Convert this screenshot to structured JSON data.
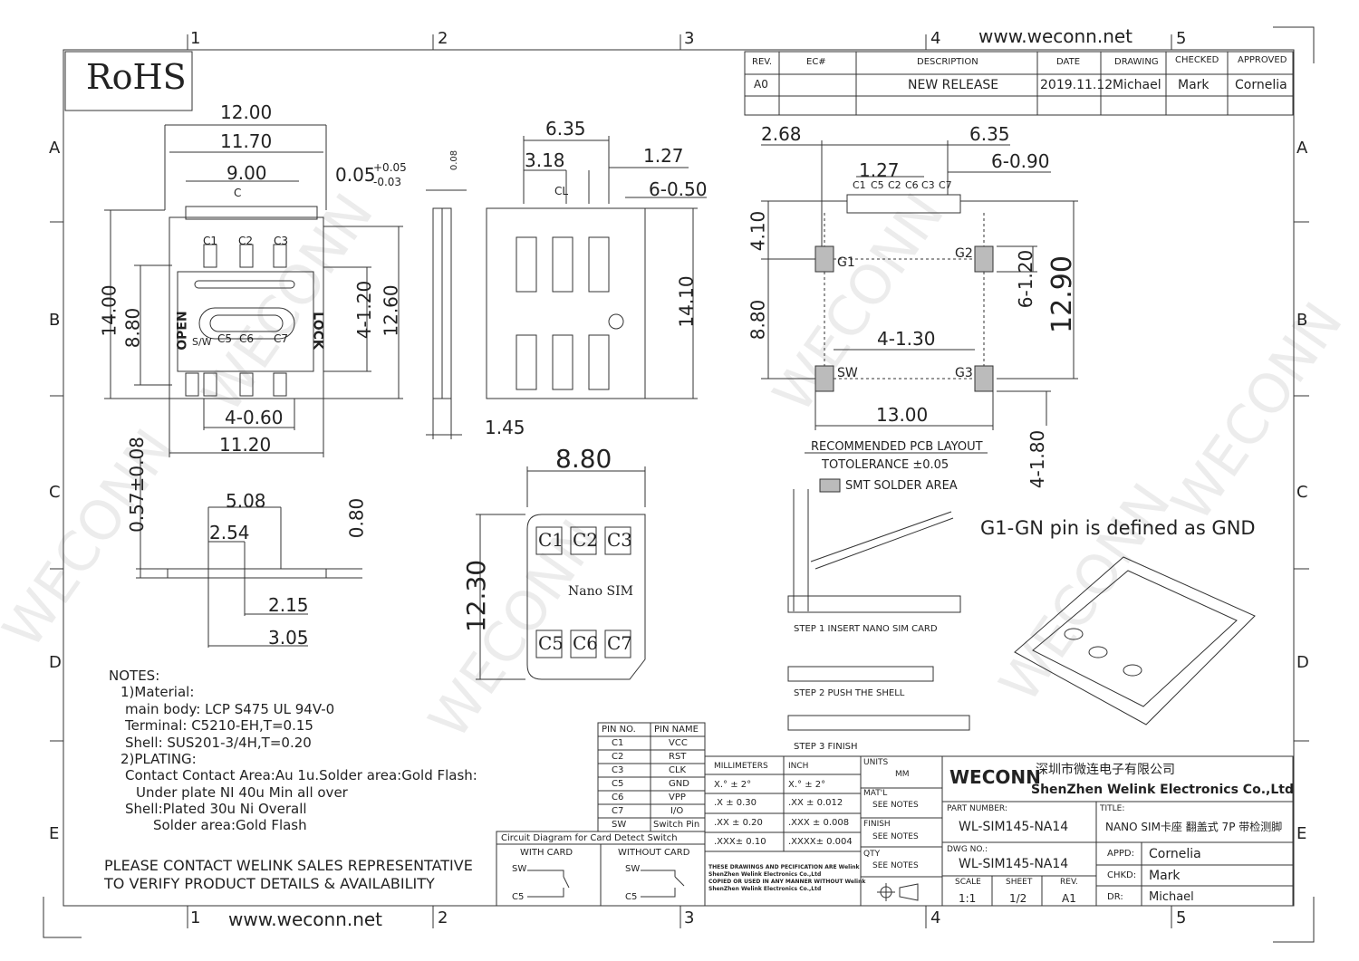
{
  "header_url": "www.weconn.net",
  "footer_url": "www.weconn.net",
  "rohs": "RoHS",
  "column_marks": [
    "1",
    "2",
    "3",
    "4",
    "5"
  ],
  "row_marks": [
    "A",
    "B",
    "C",
    "D",
    "E"
  ],
  "revision_table": {
    "headers": [
      "REV.",
      "EC#",
      "DESCRIPTION",
      "DATE",
      "DRAWING",
      "CHECKED",
      "APPROVED"
    ],
    "row": [
      "A0",
      "",
      "NEW RELEASE",
      "2019.11.12",
      "Michael",
      "Mark",
      "Cornelia"
    ]
  },
  "top_view": {
    "dims": [
      "12.00",
      "11.70",
      "9.00",
      "14.00",
      "8.80",
      "4-1.20",
      "12.60",
      "4-0.60",
      "11.20"
    ],
    "labels": [
      "C",
      "C1",
      "C2",
      "C3",
      "S/W",
      "C5",
      "C6",
      "C7",
      "OPEN",
      "LOCK"
    ]
  },
  "side_view": {
    "dims": [
      "0.05",
      "+0.05",
      "-0.03",
      "0.08",
      "1.45"
    ]
  },
  "bottom_view": {
    "dims": [
      "6.35",
      "3.18",
      "1.27",
      "6-0.50",
      "14.10"
    ],
    "labels": [
      "CL"
    ]
  },
  "pcb_layout": {
    "dims": [
      "2.68",
      "6.35",
      "1.27",
      "6-0.90",
      "4.10",
      "8.80",
      "6-1.20",
      "12.90",
      "4-1.30",
      "13.00",
      "4-1.80"
    ],
    "pins": [
      "C1",
      "C5",
      "C2",
      "C6",
      "C3",
      "C7"
    ],
    "pad_labels": [
      "G1",
      "G2",
      "SW",
      "G3"
    ],
    "title": "RECOMMENDED PCB LAYOUT",
    "tolerance": "TOTOLERANCE ±0.05",
    "legend": "SMT SOLDER AREA"
  },
  "front_view": {
    "dims": [
      "0.57±0.08",
      "5.08",
      "2.54",
      "0.80",
      "2.15",
      "3.05"
    ]
  },
  "sim_card": {
    "width": "8.80",
    "height": "12.30",
    "contacts": [
      "C1",
      "C2",
      "C3",
      "C5",
      "C6",
      "C7"
    ],
    "label": "Nano SIM"
  },
  "gnd_note": "G1-GN pin is defined as GND",
  "steps": [
    "STEP 1 INSERT NANO SIM CARD",
    "STEP 2 PUSH THE SHELL",
    "STEP 3 FINISH"
  ],
  "notes": {
    "title": "NOTES:",
    "lines": [
      "1)Material:",
      "main body: LCP S475 UL 94V-0",
      "Terminal: C5210-EH,T=0.15",
      "Shell: SUS201-3/4H,T=0.20",
      "2)PLATING:",
      "Contact Contact Area:Au 1u.Solder area:Gold Flash:",
      "Under plate NI 40u Min all over",
      "Shell:Plated 30u Ni Overall",
      "Solder area:Gold Flash"
    ]
  },
  "contact_msg": [
    "PLEASE CONTACT WELINK SALES REPRESENTATIVE",
    "TO VERIFY PRODUCT DETAILS & AVAILABILITY"
  ],
  "pin_table": {
    "headers": [
      "PIN NO.",
      "PIN NAME"
    ],
    "rows": [
      [
        "C1",
        "VCC"
      ],
      [
        "C2",
        "RST"
      ],
      [
        "C3",
        "CLK"
      ],
      [
        "C5",
        "GND"
      ],
      [
        "C6",
        "VPP"
      ],
      [
        "C7",
        "I/O"
      ],
      [
        "SW",
        "Switch Pin"
      ]
    ]
  },
  "circuit": {
    "title": "Circuit Diagram for Card Detect Switch",
    "with": "WITH CARD",
    "without": "WITHOUT CARD",
    "sw": "SW",
    "c5": "C5"
  },
  "tolerance_table": {
    "mm": "MILLIMETERS",
    "inch": "INCH",
    "units": "UNITS",
    "units_val": "MM",
    "rows": [
      [
        "X.°  ±  2°",
        "X.°  ±  2°"
      ],
      [
        ".X    ± 0.30",
        ".XX   ± 0.012"
      ],
      [
        ".XX  ± 0.20",
        ".XXX  ± 0.008"
      ],
      [
        ".XXX± 0.10",
        ".XXXX± 0.004"
      ]
    ],
    "matl": "MAT'L",
    "finish": "FINISH",
    "qty": "QTY",
    "see_notes": "SEE NOTES",
    "disclaimer": [
      "THESE DRAWINGS AND PECIFICATION ARE Welink",
      "ShenZhen Welink Electronics Co.,Ltd",
      "COPIED OR USED IN ANY MANNER WITHOUT Welink",
      "ShenZhen Welink Electronics Co.,Ltd"
    ]
  },
  "company": {
    "logo": "WECONN",
    "cn": "深圳市微连电子有限公司",
    "en": "ShenZhen Welink Electronics Co.,Ltd"
  },
  "title_block": {
    "part_label": "PART NUMBER:",
    "part": "WL-SIM145-NA14",
    "title_label": "TITLE:",
    "title": "NANO SIM卡座 翻盖式 7P 带检测脚",
    "dwg_label": "DWG NO.:",
    "dwg": "WL-SIM145-NA14",
    "appd_label": "APPD:",
    "appd": "Cornelia",
    "chkd_label": "CHKD:",
    "chkd": "Mark",
    "dr_label": "DR:",
    "dr": "Michael",
    "scale_label": "SCALE",
    "scale": "1:1",
    "sheet_label": "SHEET",
    "sheet": "1/2",
    "rev_label": "REV.",
    "rev": "A1"
  },
  "watermark": "WECONN"
}
